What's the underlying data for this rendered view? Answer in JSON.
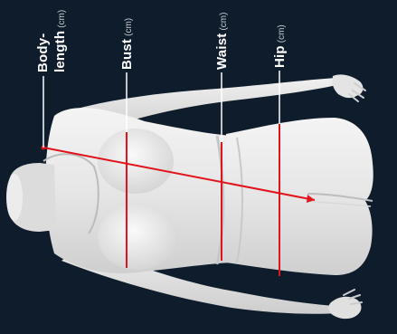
{
  "measurements": [
    {
      "id": "body-length",
      "name_line1": "Body-",
      "name_line2": "length",
      "unit": "(cm)"
    },
    {
      "id": "bust",
      "name": "Bust",
      "unit": "(cm)"
    },
    {
      "id": "waist",
      "name": "Waist",
      "unit": "(cm)"
    },
    {
      "id": "hip",
      "name": "Hip",
      "unit": "(cm)"
    }
  ],
  "colors": {
    "background": "#0e1c2b",
    "measure_line": "#e0141a",
    "leader_line": "#ffffff",
    "mannequin": "#e8e8e8"
  },
  "figure": "white mannequin torso lying horizontally, head pointing left, arms extended"
}
